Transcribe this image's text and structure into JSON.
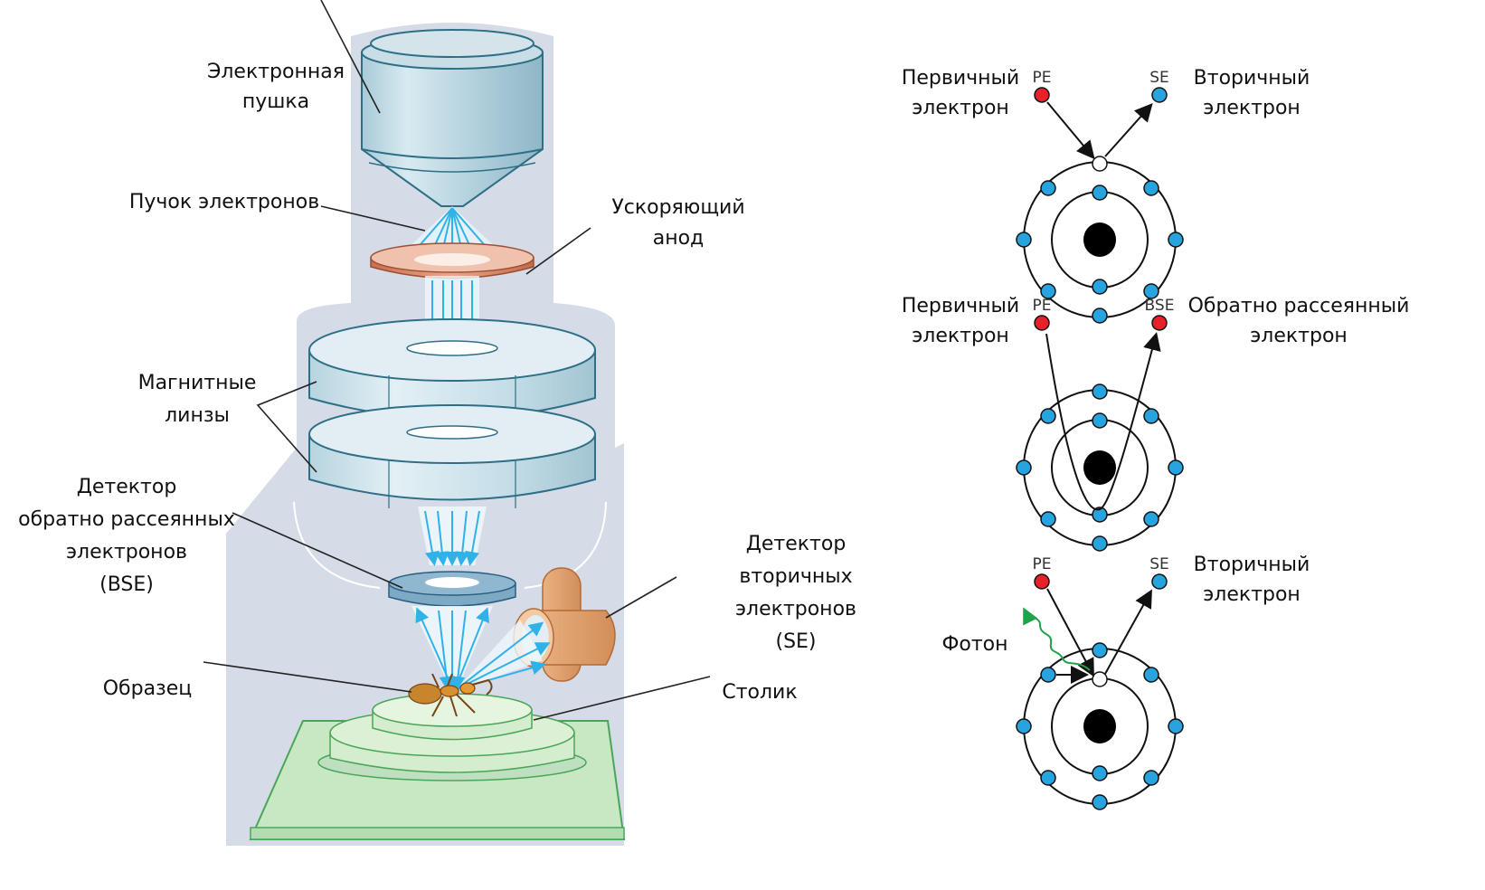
{
  "sem_diagram": {
    "labels": {
      "electron_gun": [
        "Электронная",
        "пушка"
      ],
      "electron_beam": "Пучок электронов",
      "anode": [
        "Ускоряющий",
        "анод"
      ],
      "magnetic_lenses": [
        "Магнитные",
        "линзы"
      ],
      "bse_detector": [
        "Детектор",
        "обратно рассеянных",
        "электронов",
        "(BSE)"
      ],
      "se_detector": [
        "Детектор",
        "вторичных",
        "электронов",
        "(SE)"
      ],
      "sample": "Образец",
      "stage": "Столик"
    },
    "colors": {
      "backdrop": "#d5dce8",
      "lens_blue": "#bcd7e2",
      "lens_edge": "#2e6f86",
      "anode": "#d98a6a",
      "beam": "#2fb2e8",
      "detector_se": "#e0a470",
      "stage_green": "#c8e8c4",
      "stage_edge": "#4aa657"
    }
  },
  "interactions": [
    {
      "left_label": [
        "Первичный",
        "электрон"
      ],
      "right_label": [
        "Вторичный",
        "электрон"
      ],
      "in_tag": "PE",
      "out_tag": "SE",
      "in_color": "#e8202a",
      "out_color": "#27a3df"
    },
    {
      "left_label": [
        "Первичный",
        "электрон"
      ],
      "right_label": [
        "Обратно рассеянный",
        "электрон"
      ],
      "in_tag": "PE",
      "out_tag": "BSE",
      "in_color": "#e8202a",
      "out_color": "#e8202a"
    },
    {
      "left_label": [
        "Фотон"
      ],
      "right_label": [
        "Вторичный",
        "электрон"
      ],
      "in_tag": "PE",
      "out_tag": "SE",
      "in_color": "#e8202a",
      "out_color": "#27a3df",
      "photon_color": "#1fa34a"
    }
  ]
}
